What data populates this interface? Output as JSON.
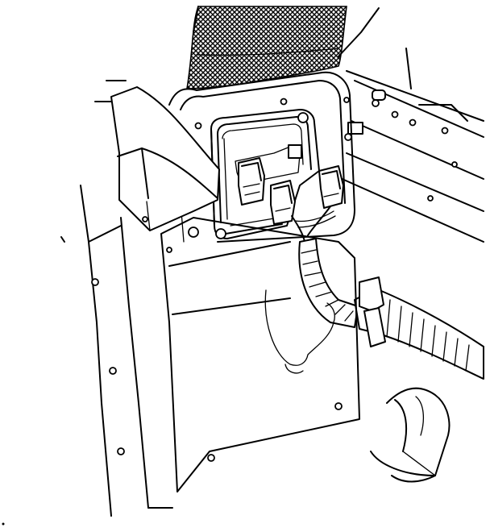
{
  "figure": {
    "palette": {
      "ink": "#000000",
      "paper": "#ffffff"
    },
    "parts": [
      "mesh-grille",
      "firewall-panel",
      "module-housing",
      "gasket-frame",
      "connector-left",
      "connector-center",
      "connector-right",
      "wiring-harness",
      "corrugated-conduit",
      "side-bracket",
      "fender-panel",
      "lower-cover",
      "rear-cylinder",
      "upper-rail"
    ]
  }
}
